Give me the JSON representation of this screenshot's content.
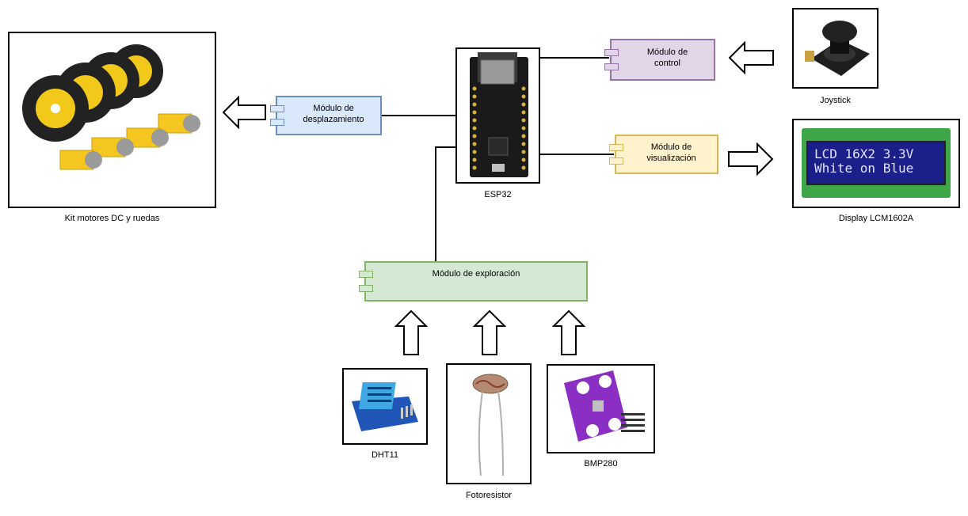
{
  "components": {
    "esp32": "ESP32",
    "motors": "Kit motores DC y ruedas",
    "joystick": "Joystick",
    "display": "Display LCM1602A",
    "dht11": "DHT11",
    "photoresistor": "Fotoresistor",
    "bmp280": "BMP280"
  },
  "modules": {
    "displacement": {
      "line1": "Módulo de",
      "line2": "desplazamiento",
      "color": "#6c8ebf",
      "fill": "#dae8fc"
    },
    "control": {
      "line1": "Módulo de",
      "line2": "control",
      "color": "#9673a6",
      "fill": "#e1d5e7"
    },
    "visualization": {
      "line1": "Módulo de",
      "line2": "visualización",
      "color": "#d6b656",
      "fill": "#fff2cc"
    },
    "exploration": {
      "line1": "Módulo de exploración",
      "color": "#82b366",
      "fill": "#d5e8d4"
    }
  },
  "images": {
    "lcd_line1": "LCD 16X2  3.3V",
    "lcd_line2": "White on Blue"
  }
}
